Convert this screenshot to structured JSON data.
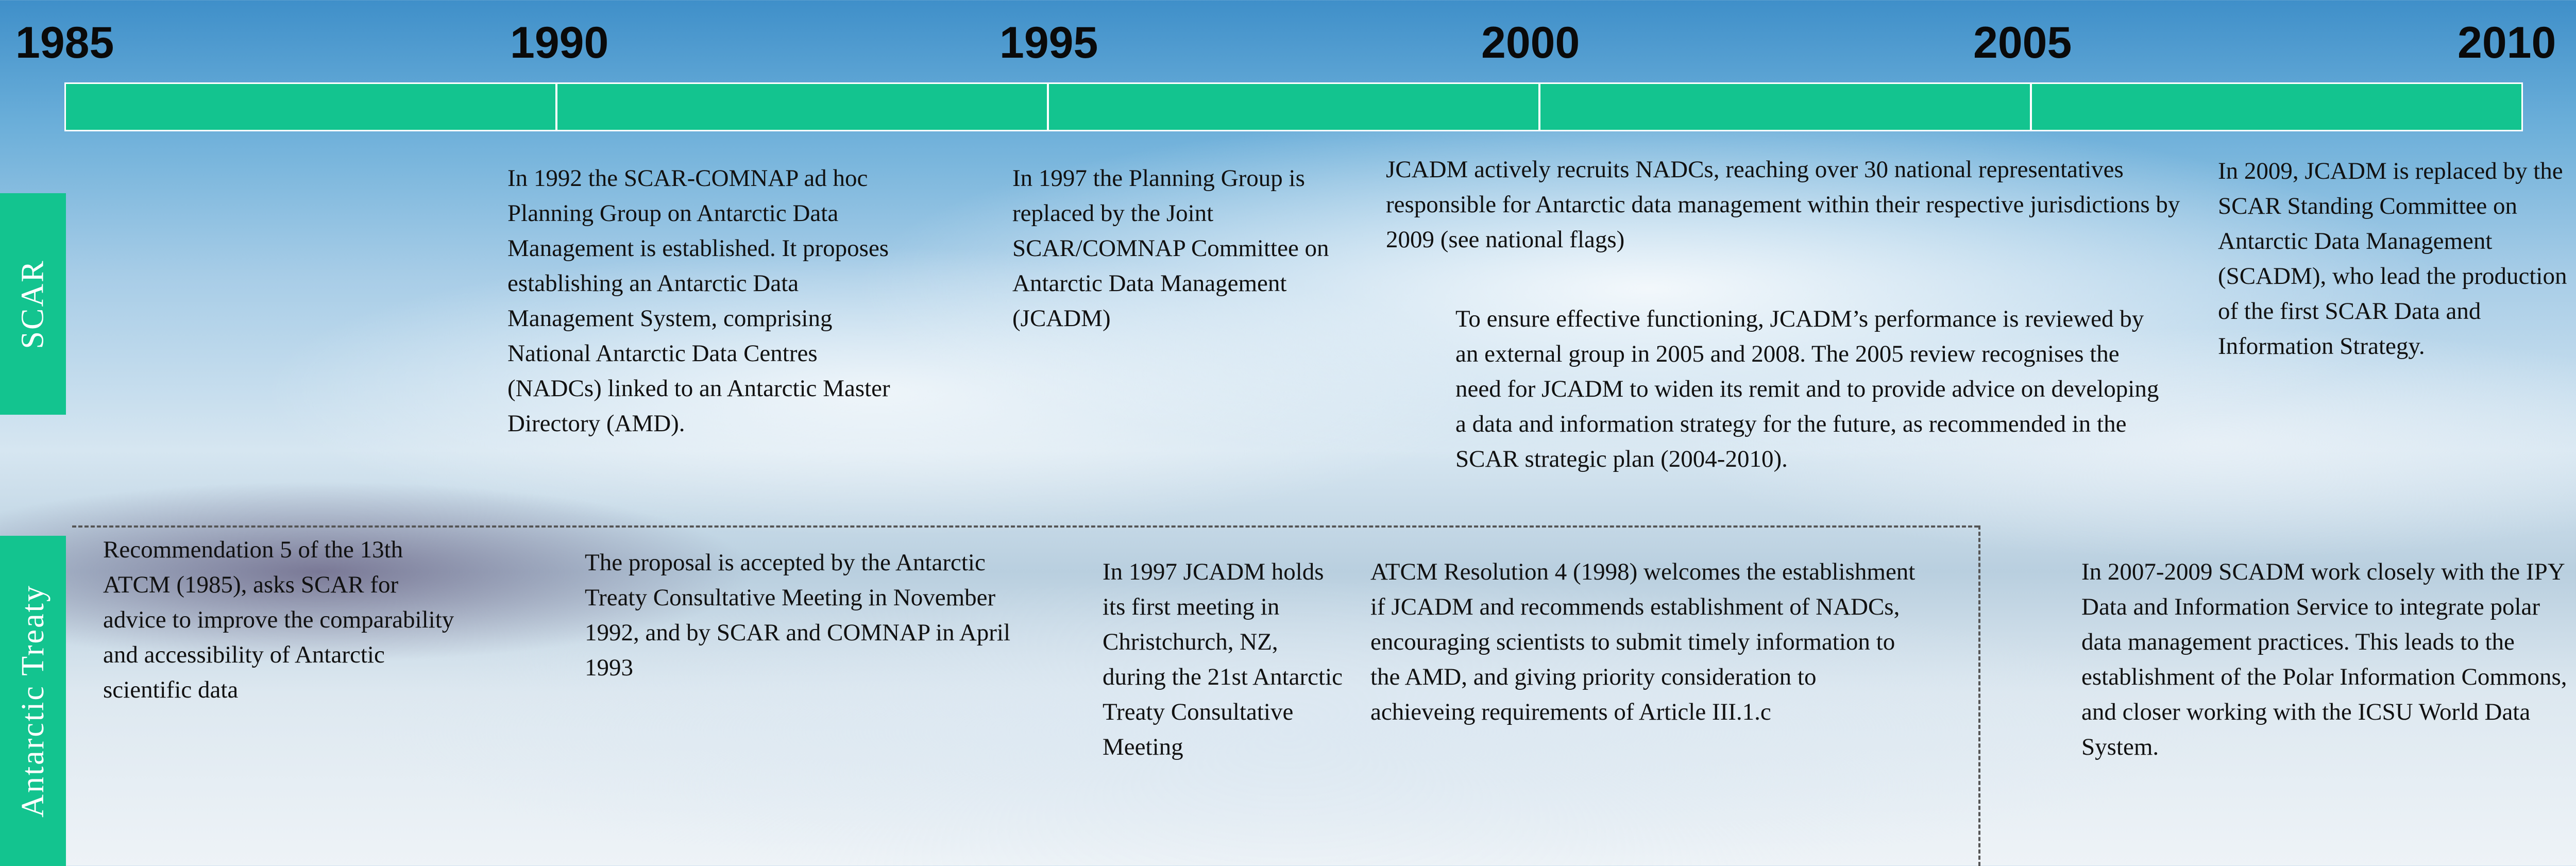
{
  "years": [
    "1985",
    "1990",
    "1995",
    "2000",
    "2005",
    "2010"
  ],
  "sections": {
    "scar": "SCAR",
    "treaty": "Antarctic  Treaty"
  },
  "colors": {
    "timeline_bar": "#13c48f",
    "side_tabs": "#13c48f",
    "tab_text": "#ffffff",
    "year_text": "#0a0a0a"
  },
  "events": {
    "scar_1992": "In 1992 the SCAR-COMNAP ad hoc Planning Group on Antarctic Data Management is established. It proposes establishing an Antarctic Data Management System, comprising National Antarctic Data Centres (NADCs) linked to an Antarctic Master Directory (AMD).",
    "scar_1997": "In 1997 the Planning Group is replaced by the Joint SCAR/COMNAP Committee on Antarctic Data Management (JCADM)",
    "scar_nadc": "JCADM actively recruits NADCs, reaching  over 30 national representatives responsible for Antarctic data management within their respective jurisdictions by 2009 (see national flags)",
    "scar_review": "To ensure effective functioning, JCADM’s performance is reviewed by an external group in 2005 and 2008. The 2005 review recognises the need for JCADM to widen its remit and to provide advice on developing a data and information strategy for the future, as recommended in the SCAR strategic plan (2004-2010).",
    "scar_2009": "In 2009, JCADM is replaced by the SCAR Standing Committee on Antarctic Data Management (SCADM), who lead the production of the first SCAR Data and Information Strategy.",
    "treaty_1985": "Recommendation 5 of the 13th ATCM (1985), asks SCAR for advice to improve the comparability and accessibility of Antarctic scientific data",
    "treaty_1992": "The proposal is accepted by the Antarctic Treaty Consultative Meeting in November 1992, and by SCAR and COMNAP in April 1993",
    "treaty_1997": "In 1997 JCADM holds its first meeting in Christchurch, NZ, during the 21st Antarctic Treaty Consultative Meeting",
    "treaty_1998": "ATCM Resolution 4 (1998) welcomes the establishment if JCADM and recommends establishment of NADCs, encouraging scientists to submit timely information to the AMD, and giving priority consideration to achieveing requirements of Article III.1.c",
    "treaty_2007": "In 2007-2009 SCADM work closely with the IPY Data and Information Service to integrate polar data management practices.  This leads to the establishment of the Polar Information Commons, and closer working with the ICSU World Data System."
  }
}
